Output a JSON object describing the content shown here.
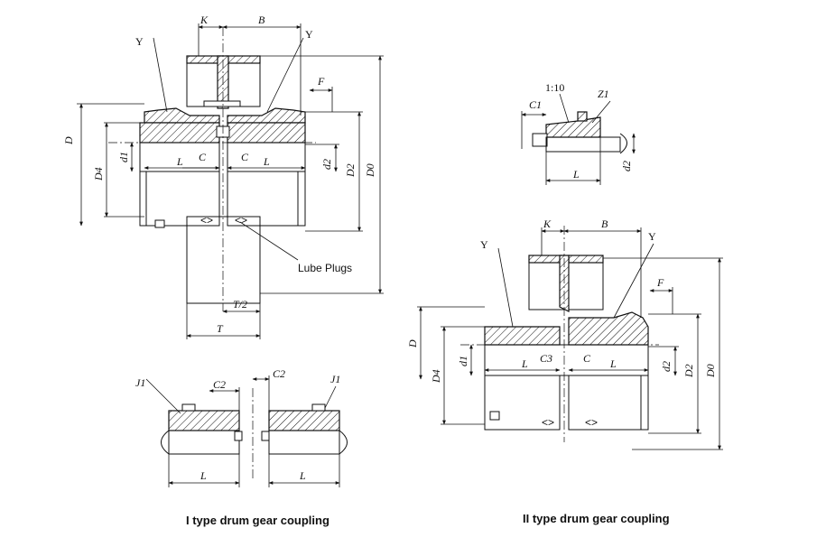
{
  "captions": {
    "type1": "I type drum gear coupling",
    "type2": "II type drum gear coupling"
  },
  "type1_main": {
    "labels": {
      "Y_left": "Y",
      "Y_right": "Y",
      "K": "K",
      "B": "B",
      "F": "F",
      "D": "D",
      "D4": "D4",
      "d1": "d1",
      "L_left": "L",
      "C_left": "C",
      "C_right": "C",
      "L_right": "L",
      "d2": "d2",
      "D2": "D2",
      "D0": "D0",
      "T_half": "T/2",
      "T": "T",
      "lube_plugs": "Lube Plugs",
      "plug_left": "<>",
      "plug_right": "<>"
    }
  },
  "type1_detail": {
    "labels": {
      "ratio": "1:10",
      "C1": "C1",
      "Z1": "Z1",
      "d2": "d2",
      "L": "L"
    }
  },
  "type1_split": {
    "labels": {
      "J1_left": "J1",
      "J1_right": "J1",
      "C2_left": "C2",
      "C2_right": "C2",
      "L_left": "L",
      "L_right": "L"
    }
  },
  "type2_main": {
    "labels": {
      "Y_left": "Y",
      "Y_right": "Y",
      "K": "K",
      "B": "B",
      "F": "F",
      "D": "D",
      "D4": "D4",
      "d1": "d1",
      "L_left": "L",
      "C3": "C3",
      "C": "C",
      "L_right": "L",
      "d2": "d2",
      "D2": "D2",
      "D0": "D0",
      "plug_left": "<>",
      "plug_right": "<>"
    }
  }
}
